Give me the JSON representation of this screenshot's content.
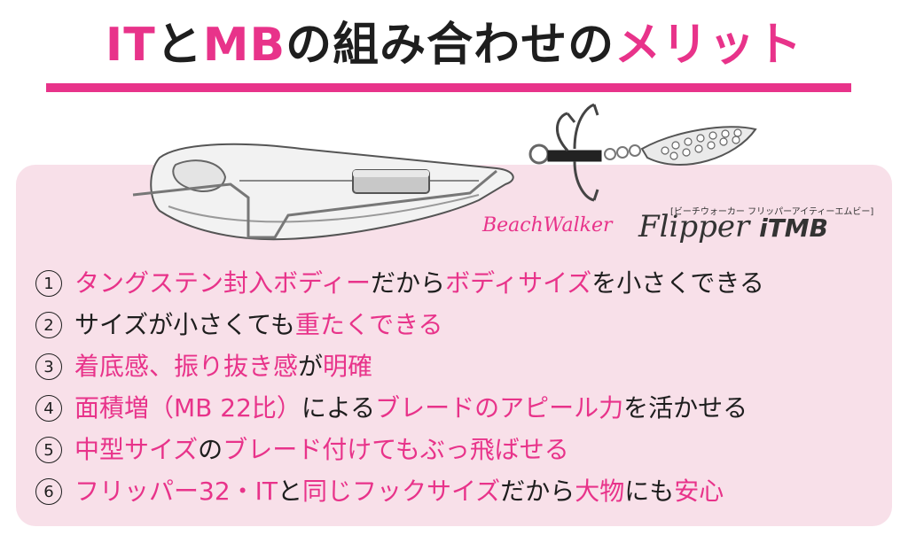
{
  "title": {
    "part1": "IT",
    "part2": "と",
    "part3": "MB",
    "part4": "の組み合わせの",
    "part5": "メリット"
  },
  "logo": {
    "kana": "[ビーチウォーカー フリッパーアイティーエムビー]",
    "brand": "BeachWalker",
    "model": "Flipper",
    "model_suffix": "iTMB"
  },
  "colors": {
    "accent": "#e8338a",
    "panel": "#f8e0e9",
    "text": "#1e1e1e"
  },
  "benefits": [
    {
      "number": "1",
      "segments": [
        {
          "text": "タングステン封入ボディー",
          "accent": true
        },
        {
          "text": "だから",
          "accent": false
        },
        {
          "text": "ボディサイズ",
          "accent": true
        },
        {
          "text": "を小さくできる",
          "accent": false
        }
      ]
    },
    {
      "number": "2",
      "segments": [
        {
          "text": "サイズが小さくても",
          "accent": false
        },
        {
          "text": "重たくできる",
          "accent": true
        }
      ]
    },
    {
      "number": "3",
      "segments": [
        {
          "text": "着底感、振り抜き感",
          "accent": true
        },
        {
          "text": "が",
          "accent": false
        },
        {
          "text": "明確",
          "accent": true
        }
      ]
    },
    {
      "number": "4",
      "segments": [
        {
          "text": "面積増（MB 22比）",
          "accent": true
        },
        {
          "text": "による",
          "accent": false
        },
        {
          "text": "ブレードのアピール力",
          "accent": true
        },
        {
          "text": "を活かせる",
          "accent": false
        }
      ]
    },
    {
      "number": "5",
      "segments": [
        {
          "text": "中型サイズ",
          "accent": true
        },
        {
          "text": "の",
          "accent": false
        },
        {
          "text": "ブレード付けても",
          "accent": true
        },
        {
          "text": "ぶっ飛ばせる",
          "accent": true
        }
      ]
    },
    {
      "number": "6",
      "segments": [
        {
          "text": "フリッパー32・IT",
          "accent": true
        },
        {
          "text": "と",
          "accent": false
        },
        {
          "text": "同じフックサイズ",
          "accent": true
        },
        {
          "text": "だから",
          "accent": false
        },
        {
          "text": "大物",
          "accent": true
        },
        {
          "text": "にも",
          "accent": false
        },
        {
          "text": "安心",
          "accent": true
        }
      ]
    }
  ]
}
